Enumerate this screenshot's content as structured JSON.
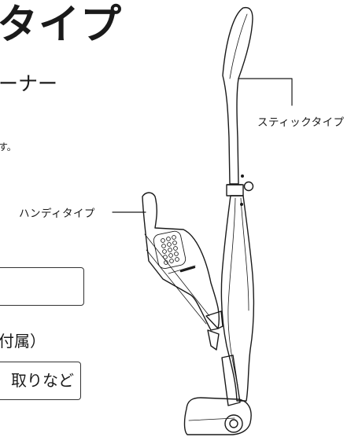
{
  "heading": {
    "title": "タイプ",
    "subtitle": "ーナー",
    "note": "す。"
  },
  "callouts": {
    "stick": "スティックタイプ",
    "handy": "ハンディタイプ"
  },
  "accessory_text": "付属）",
  "box2_text": "取りなど",
  "illustration_icon": "stick-vacuum-icon"
}
